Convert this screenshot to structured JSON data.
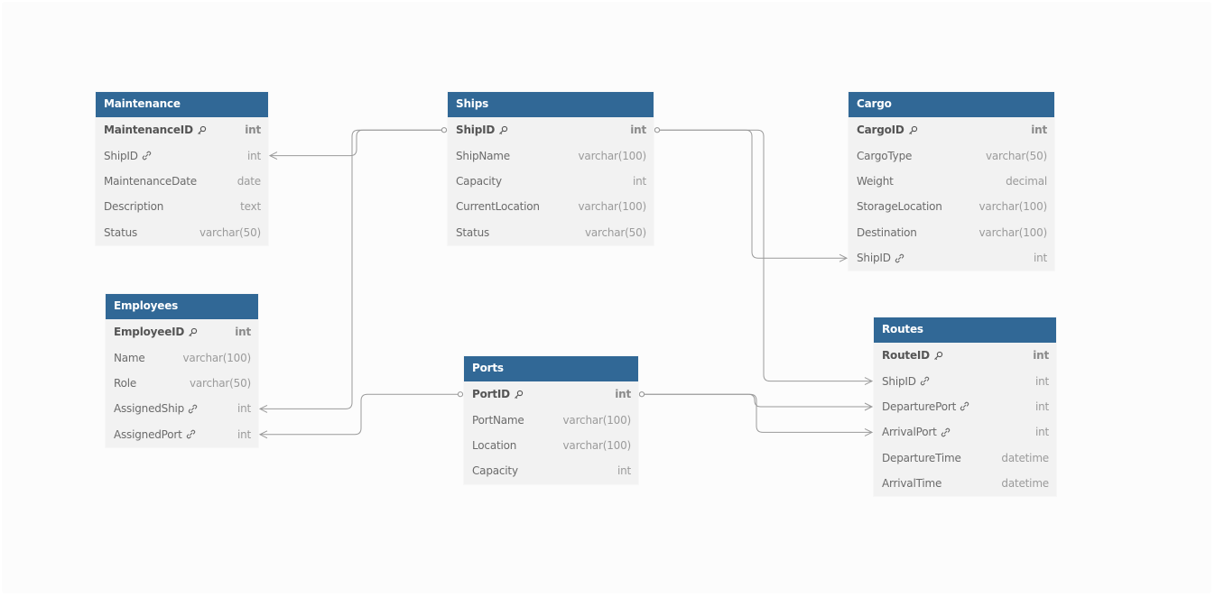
{
  "colors": {
    "header": "#316896",
    "body": "#f2f2f2",
    "canvas": "#fcfcfc",
    "connector": "#9a9a9a"
  },
  "tables": [
    {
      "id": "maintenance",
      "name": "Maintenance",
      "columns": [
        {
          "name": "MaintenanceID",
          "type": "int",
          "pk": true
        },
        {
          "name": "ShipID",
          "type": "int",
          "fk": true
        },
        {
          "name": "MaintenanceDate",
          "type": "date"
        },
        {
          "name": "Description",
          "type": "text"
        },
        {
          "name": "Status",
          "type": "varchar(50)"
        }
      ]
    },
    {
      "id": "ships",
      "name": "Ships",
      "columns": [
        {
          "name": "ShipID",
          "type": "int",
          "pk": true
        },
        {
          "name": "ShipName",
          "type": "varchar(100)"
        },
        {
          "name": "Capacity",
          "type": "int"
        },
        {
          "name": "CurrentLocation",
          "type": "varchar(100)"
        },
        {
          "name": "Status",
          "type": "varchar(50)"
        }
      ]
    },
    {
      "id": "cargo",
      "name": "Cargo",
      "columns": [
        {
          "name": "CargoID",
          "type": "int",
          "pk": true
        },
        {
          "name": "CargoType",
          "type": "varchar(50)"
        },
        {
          "name": "Weight",
          "type": "decimal"
        },
        {
          "name": "StorageLocation",
          "type": "varchar(100)"
        },
        {
          "name": "Destination",
          "type": "varchar(100)"
        },
        {
          "name": "ShipID",
          "type": "int",
          "fk": true
        }
      ]
    },
    {
      "id": "employees",
      "name": "Employees",
      "columns": [
        {
          "name": "EmployeeID",
          "type": "int",
          "pk": true
        },
        {
          "name": "Name",
          "type": "varchar(100)"
        },
        {
          "name": "Role",
          "type": "varchar(50)"
        },
        {
          "name": "AssignedShip",
          "type": "int",
          "fk": true
        },
        {
          "name": "AssignedPort",
          "type": "int",
          "fk": true
        }
      ]
    },
    {
      "id": "ports",
      "name": "Ports",
      "columns": [
        {
          "name": "PortID",
          "type": "int",
          "pk": true
        },
        {
          "name": "PortName",
          "type": "varchar(100)"
        },
        {
          "name": "Location",
          "type": "varchar(100)"
        },
        {
          "name": "Capacity",
          "type": "int"
        }
      ]
    },
    {
      "id": "routes",
      "name": "Routes",
      "columns": [
        {
          "name": "RouteID",
          "type": "int",
          "pk": true
        },
        {
          "name": "ShipID",
          "type": "int",
          "fk": true
        },
        {
          "name": "DeparturePort",
          "type": "int",
          "fk": true
        },
        {
          "name": "ArrivalPort",
          "type": "int",
          "fk": true
        },
        {
          "name": "DepartureTime",
          "type": "datetime"
        },
        {
          "name": "ArrivalTime",
          "type": "datetime"
        }
      ]
    }
  ],
  "relationships": [
    {
      "from": "maintenance.ShipID",
      "to": "ships.ShipID"
    },
    {
      "from": "employees.AssignedShip",
      "to": "ships.ShipID"
    },
    {
      "from": "employees.AssignedPort",
      "to": "ports.PortID"
    },
    {
      "from": "cargo.ShipID",
      "to": "ships.ShipID"
    },
    {
      "from": "routes.ShipID",
      "to": "ships.ShipID"
    },
    {
      "from": "routes.DeparturePort",
      "to": "ports.PortID"
    },
    {
      "from": "routes.ArrivalPort",
      "to": "ports.PortID"
    }
  ]
}
